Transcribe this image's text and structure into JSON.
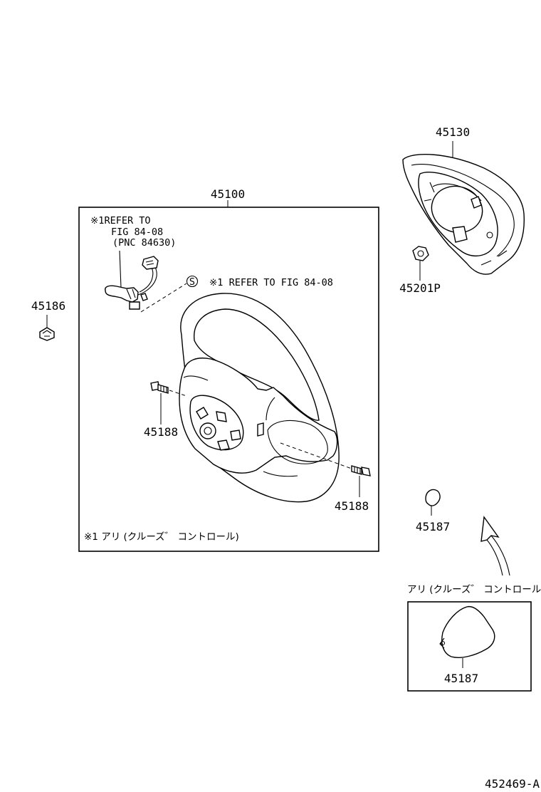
{
  "labels": {
    "wheel_assembly": "45100",
    "pad_assembly": "45130",
    "nut": "45201P",
    "clip": "45186",
    "bolt_left": "45188",
    "bolt_right": "45188",
    "cover": "45187",
    "cover_inset": "45187",
    "figure_id": "452469-A"
  },
  "notes": {
    "refer_line1": "※1REFER TO",
    "refer_line2": "FIG 84-08",
    "refer_line3": "(PNC 84630)",
    "s_symbol": "S",
    "refer_s": "※1 REFER TO FIG 84-08",
    "footnote": "※1 アリ (クルーズ゛ コントロール)",
    "inset_title": "アリ (クルーズ゛ コントロール)"
  }
}
